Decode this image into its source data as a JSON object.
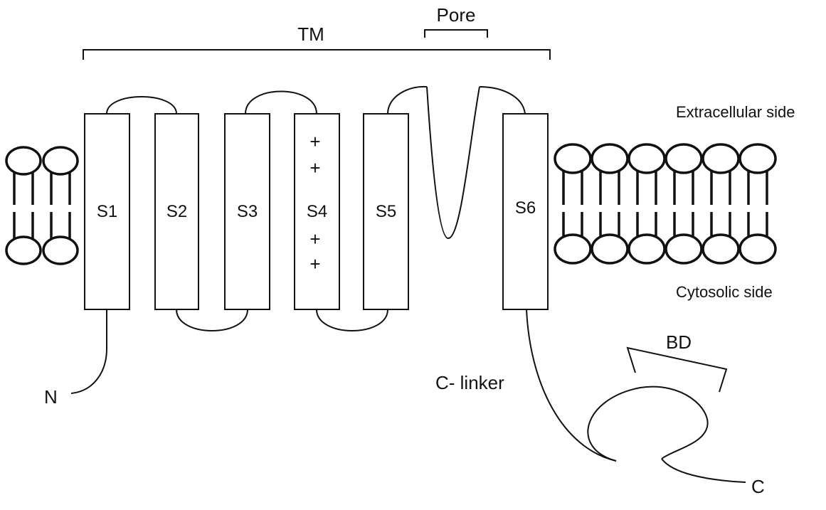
{
  "labels": {
    "tm": "TM",
    "pore": "Pore",
    "extracellular": "Extracellular side",
    "cytosolic": "Cytosolic side",
    "n_terminus": "N",
    "c_terminus": "C",
    "c_linker": "C- linker",
    "bd": "BD"
  },
  "segments": [
    {
      "id": "s1",
      "label": "S1",
      "charges": []
    },
    {
      "id": "s2",
      "label": "S2",
      "charges": []
    },
    {
      "id": "s3",
      "label": "S3",
      "charges": []
    },
    {
      "id": "s4",
      "label": "S4",
      "charges": [
        "+",
        "+",
        "+",
        "+"
      ]
    },
    {
      "id": "s5",
      "label": "S5",
      "charges": []
    },
    {
      "id": "s6",
      "label": "S6",
      "charges": []
    }
  ],
  "membrane": {
    "left_lipid_count": 2,
    "right_lipid_count": 6
  }
}
